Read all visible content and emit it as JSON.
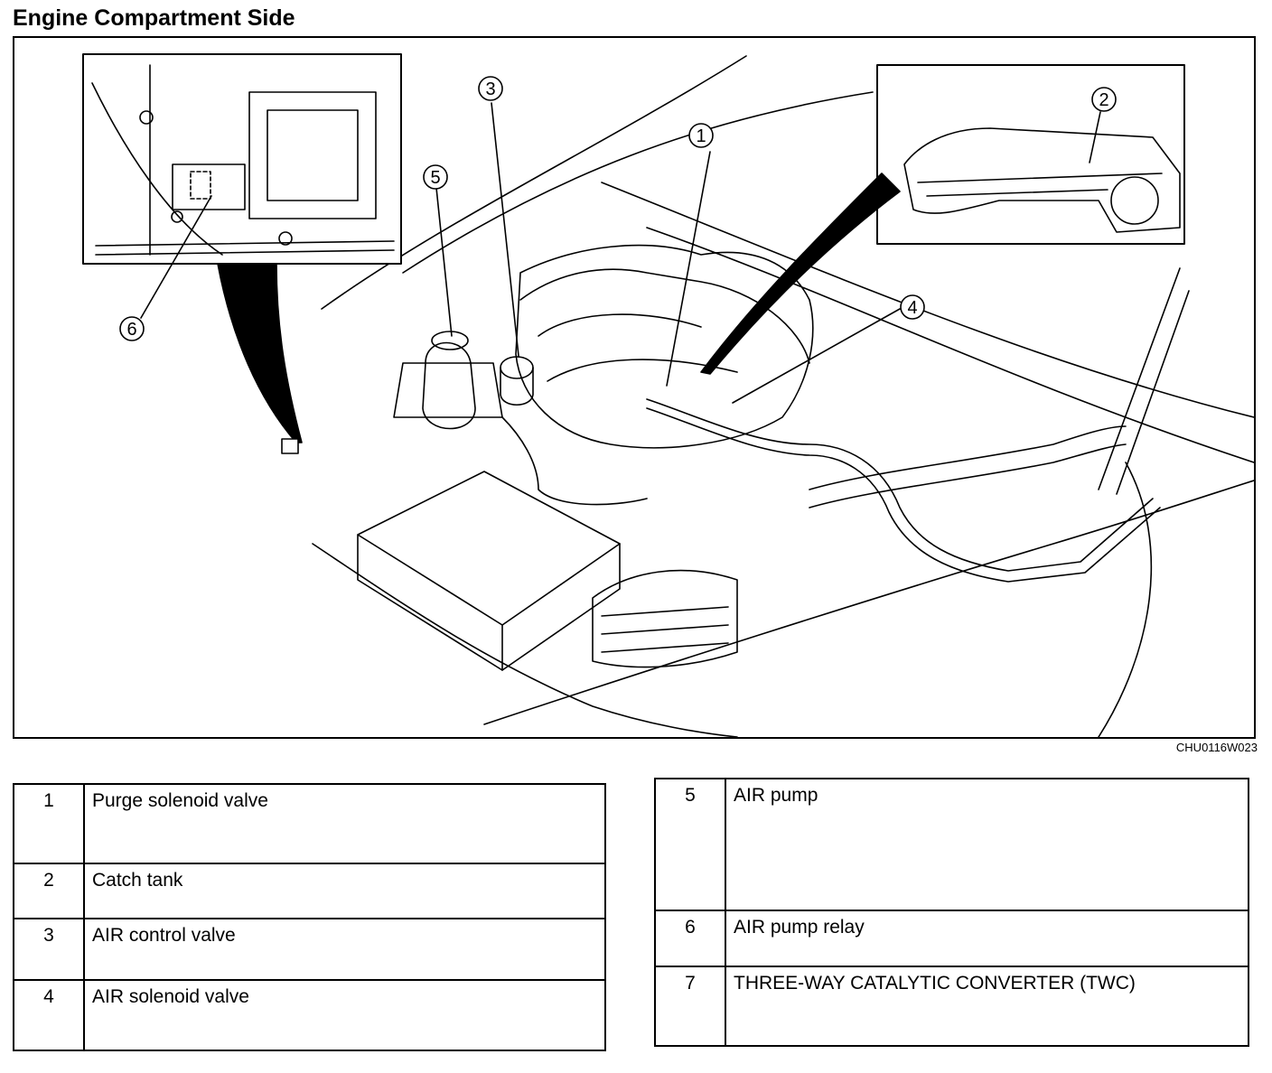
{
  "title": "Engine Compartment Side",
  "figure_code": "CHU0116W023",
  "callouts": [
    {
      "number": "1"
    },
    {
      "number": "2"
    },
    {
      "number": "3"
    },
    {
      "number": "4"
    },
    {
      "number": "5"
    },
    {
      "number": "6"
    }
  ],
  "parts_left": [
    {
      "number": "1",
      "name": "Purge solenoid valve"
    },
    {
      "number": "2",
      "name": "Catch tank"
    },
    {
      "number": "3",
      "name": "AIR control valve"
    },
    {
      "number": "4",
      "name": "AIR solenoid valve"
    }
  ],
  "parts_right": [
    {
      "number": "5",
      "name": "AIR pump"
    },
    {
      "number": "6",
      "name": "AIR pump relay"
    },
    {
      "number": "7",
      "name": "THREE-WAY CATALYTIC CONVERTER (TWC)"
    }
  ]
}
